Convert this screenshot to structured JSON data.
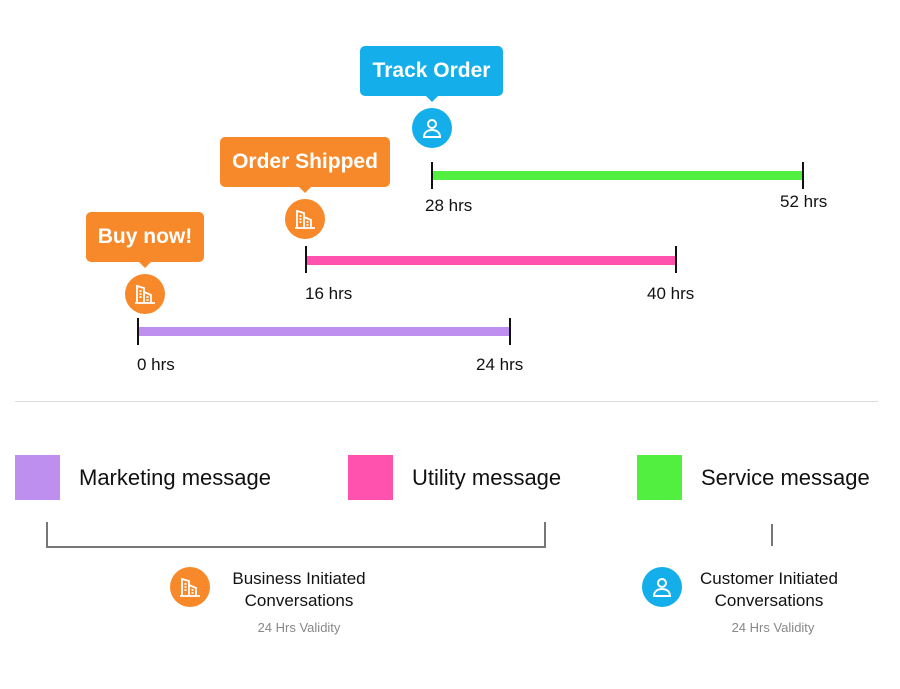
{
  "colors": {
    "business": "#F7892A",
    "customer": "#14AEEB",
    "marketing": "#BE8FEE",
    "utility": "#FF52AE",
    "service": "#52EE40"
  },
  "events": [
    {
      "label": "Buy now!",
      "icon": "building-icon",
      "start": "0 hrs",
      "end": "24 hrs"
    },
    {
      "label": "Order Shipped",
      "icon": "building-icon",
      "start": "16 hrs",
      "end": "40 hrs"
    },
    {
      "label": "Track Order",
      "icon": "person-icon",
      "start": "28 hrs",
      "end": "52 hrs"
    }
  ],
  "legend": [
    {
      "label": "Marketing message"
    },
    {
      "label": "Utility message"
    },
    {
      "label": "Service message"
    }
  ],
  "groups": [
    {
      "line1": "Business Initiated",
      "line2": "Conversations",
      "validity": "24 Hrs Validity",
      "icon": "building-icon"
    },
    {
      "line1": "Customer Initiated",
      "line2": "Conversations",
      "validity": "24 Hrs Validity",
      "icon": "person-icon"
    }
  ]
}
